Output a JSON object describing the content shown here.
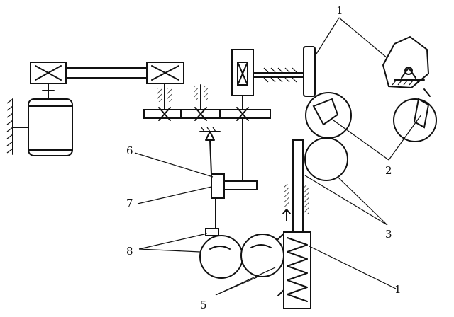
{
  "labels": {
    "l1_top": "1",
    "l2": "2",
    "l3": "3",
    "l1_bottom": "1",
    "l5": "5",
    "l6": "6",
    "l7": "7",
    "l8": "8"
  }
}
